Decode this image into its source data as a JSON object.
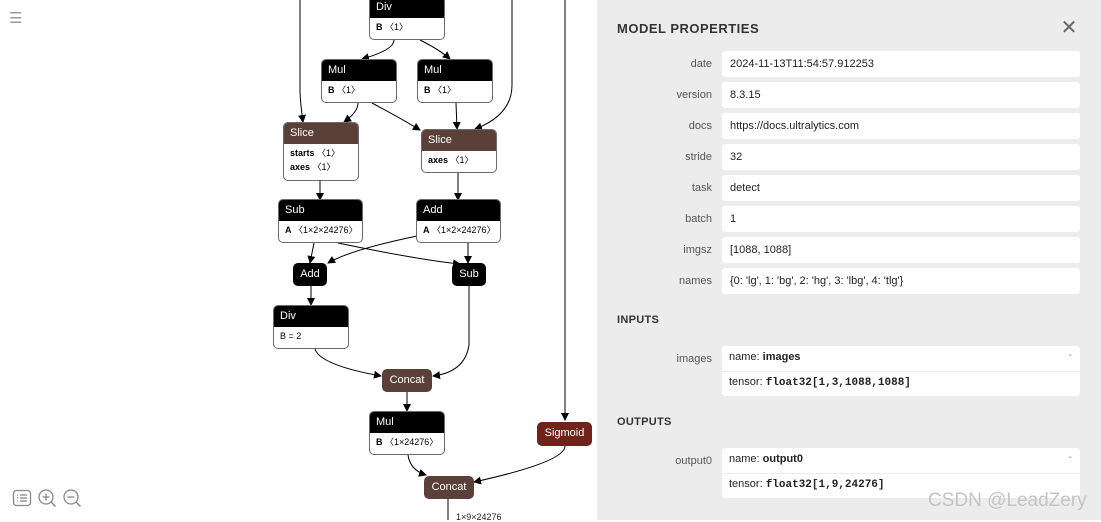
{
  "graph": {
    "nodes": {
      "div_top": {
        "title": "Div",
        "attr_key": "B",
        "attr_val": "〈1〉"
      },
      "mul_left": {
        "title": "Mul",
        "attr_key": "B",
        "attr_val": "〈1〉"
      },
      "mul_right": {
        "title": "Mul",
        "attr_key": "B",
        "attr_val": "〈1〉"
      },
      "slice_left": {
        "title": "Slice",
        "attr1_key": "starts",
        "attr1_val": "〈1〉",
        "attr2_key": "axes",
        "attr2_val": "〈1〉"
      },
      "slice_right": {
        "title": "Slice",
        "attr_key": "axes",
        "attr_val": "〈1〉"
      },
      "sub_top": {
        "title": "Sub",
        "attr_key": "A",
        "attr_val": "〈1×2×24276〉"
      },
      "add_top": {
        "title": "Add",
        "attr_key": "A",
        "attr_val": "〈1×2×24276〉"
      },
      "add_mid": {
        "title": "Add"
      },
      "sub_mid": {
        "title": "Sub"
      },
      "div_mid": {
        "title": "Div",
        "attr_text": "B = 2"
      },
      "concat_mid": {
        "title": "Concat"
      },
      "mul_bottom": {
        "title": "Mul",
        "attr_key": "B",
        "attr_val": "〈1×24276〉"
      },
      "sigmoid": {
        "title": "Sigmoid"
      },
      "concat_bottom": {
        "title": "Concat"
      }
    },
    "output_edge_label": "1×9×24276"
  },
  "panel": {
    "title": "MODEL PROPERTIES",
    "properties": [
      {
        "label": "date",
        "value": "2024-11-13T11:54:57.912253"
      },
      {
        "label": "version",
        "value": "8.3.15"
      },
      {
        "label": "docs",
        "value": "https://docs.ultralytics.com"
      },
      {
        "label": "stride",
        "value": "32"
      },
      {
        "label": "task",
        "value": "detect"
      },
      {
        "label": "batch",
        "value": "1"
      },
      {
        "label": "imgsz",
        "value": "[1088, 1088]"
      },
      {
        "label": "names",
        "value": "{0: 'lg', 1: 'bg', 2: 'hg', 3: 'lbg', 4: 'tlg'}"
      }
    ],
    "inputs_title": "INPUTS",
    "inputs": [
      {
        "label": "images",
        "name_prefix": "name: ",
        "name": "images",
        "dash": "-",
        "tensor_prefix": "tensor: ",
        "tensor": "float32[1,3,1088,1088]"
      }
    ],
    "outputs_title": "OUTPUTS",
    "outputs": [
      {
        "label": "output0",
        "name_prefix": "name: ",
        "name": "output0",
        "dash": "-",
        "tensor_prefix": "tensor: ",
        "tensor": "float32[1,9,24276]"
      }
    ]
  },
  "watermark": "CSDN @LeadZery",
  "icons": {
    "menu": "menu-icon",
    "list": "list-icon",
    "zoom_in": "zoom-in-icon",
    "zoom_out": "zoom-out-icon",
    "close": "close-icon"
  },
  "colors": {
    "op_black": "#000000",
    "op_brown": "#5a4038",
    "sigmoid": "#6e2419",
    "panel_bg": "#ececec"
  }
}
